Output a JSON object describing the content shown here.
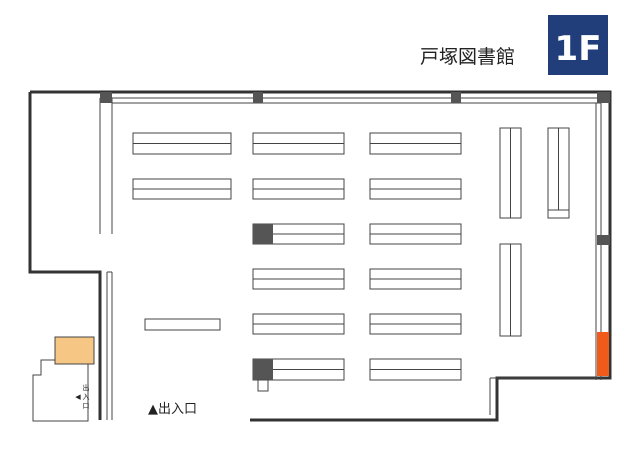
{
  "library_name": "戸塚図書館",
  "floor_label": "1F",
  "entrance_label": "▲出入口",
  "side_entrance_chars": [
    "出",
    "入",
    "口"
  ],
  "side_entrance_arrow": "◀",
  "colors": {
    "floor_badge": "#213e7a",
    "wall": "#333333",
    "pillar": "#555555",
    "highlight_orange": "#f05a1a",
    "highlight_tan": "#f6c784",
    "shelf_stroke": "#444444"
  }
}
